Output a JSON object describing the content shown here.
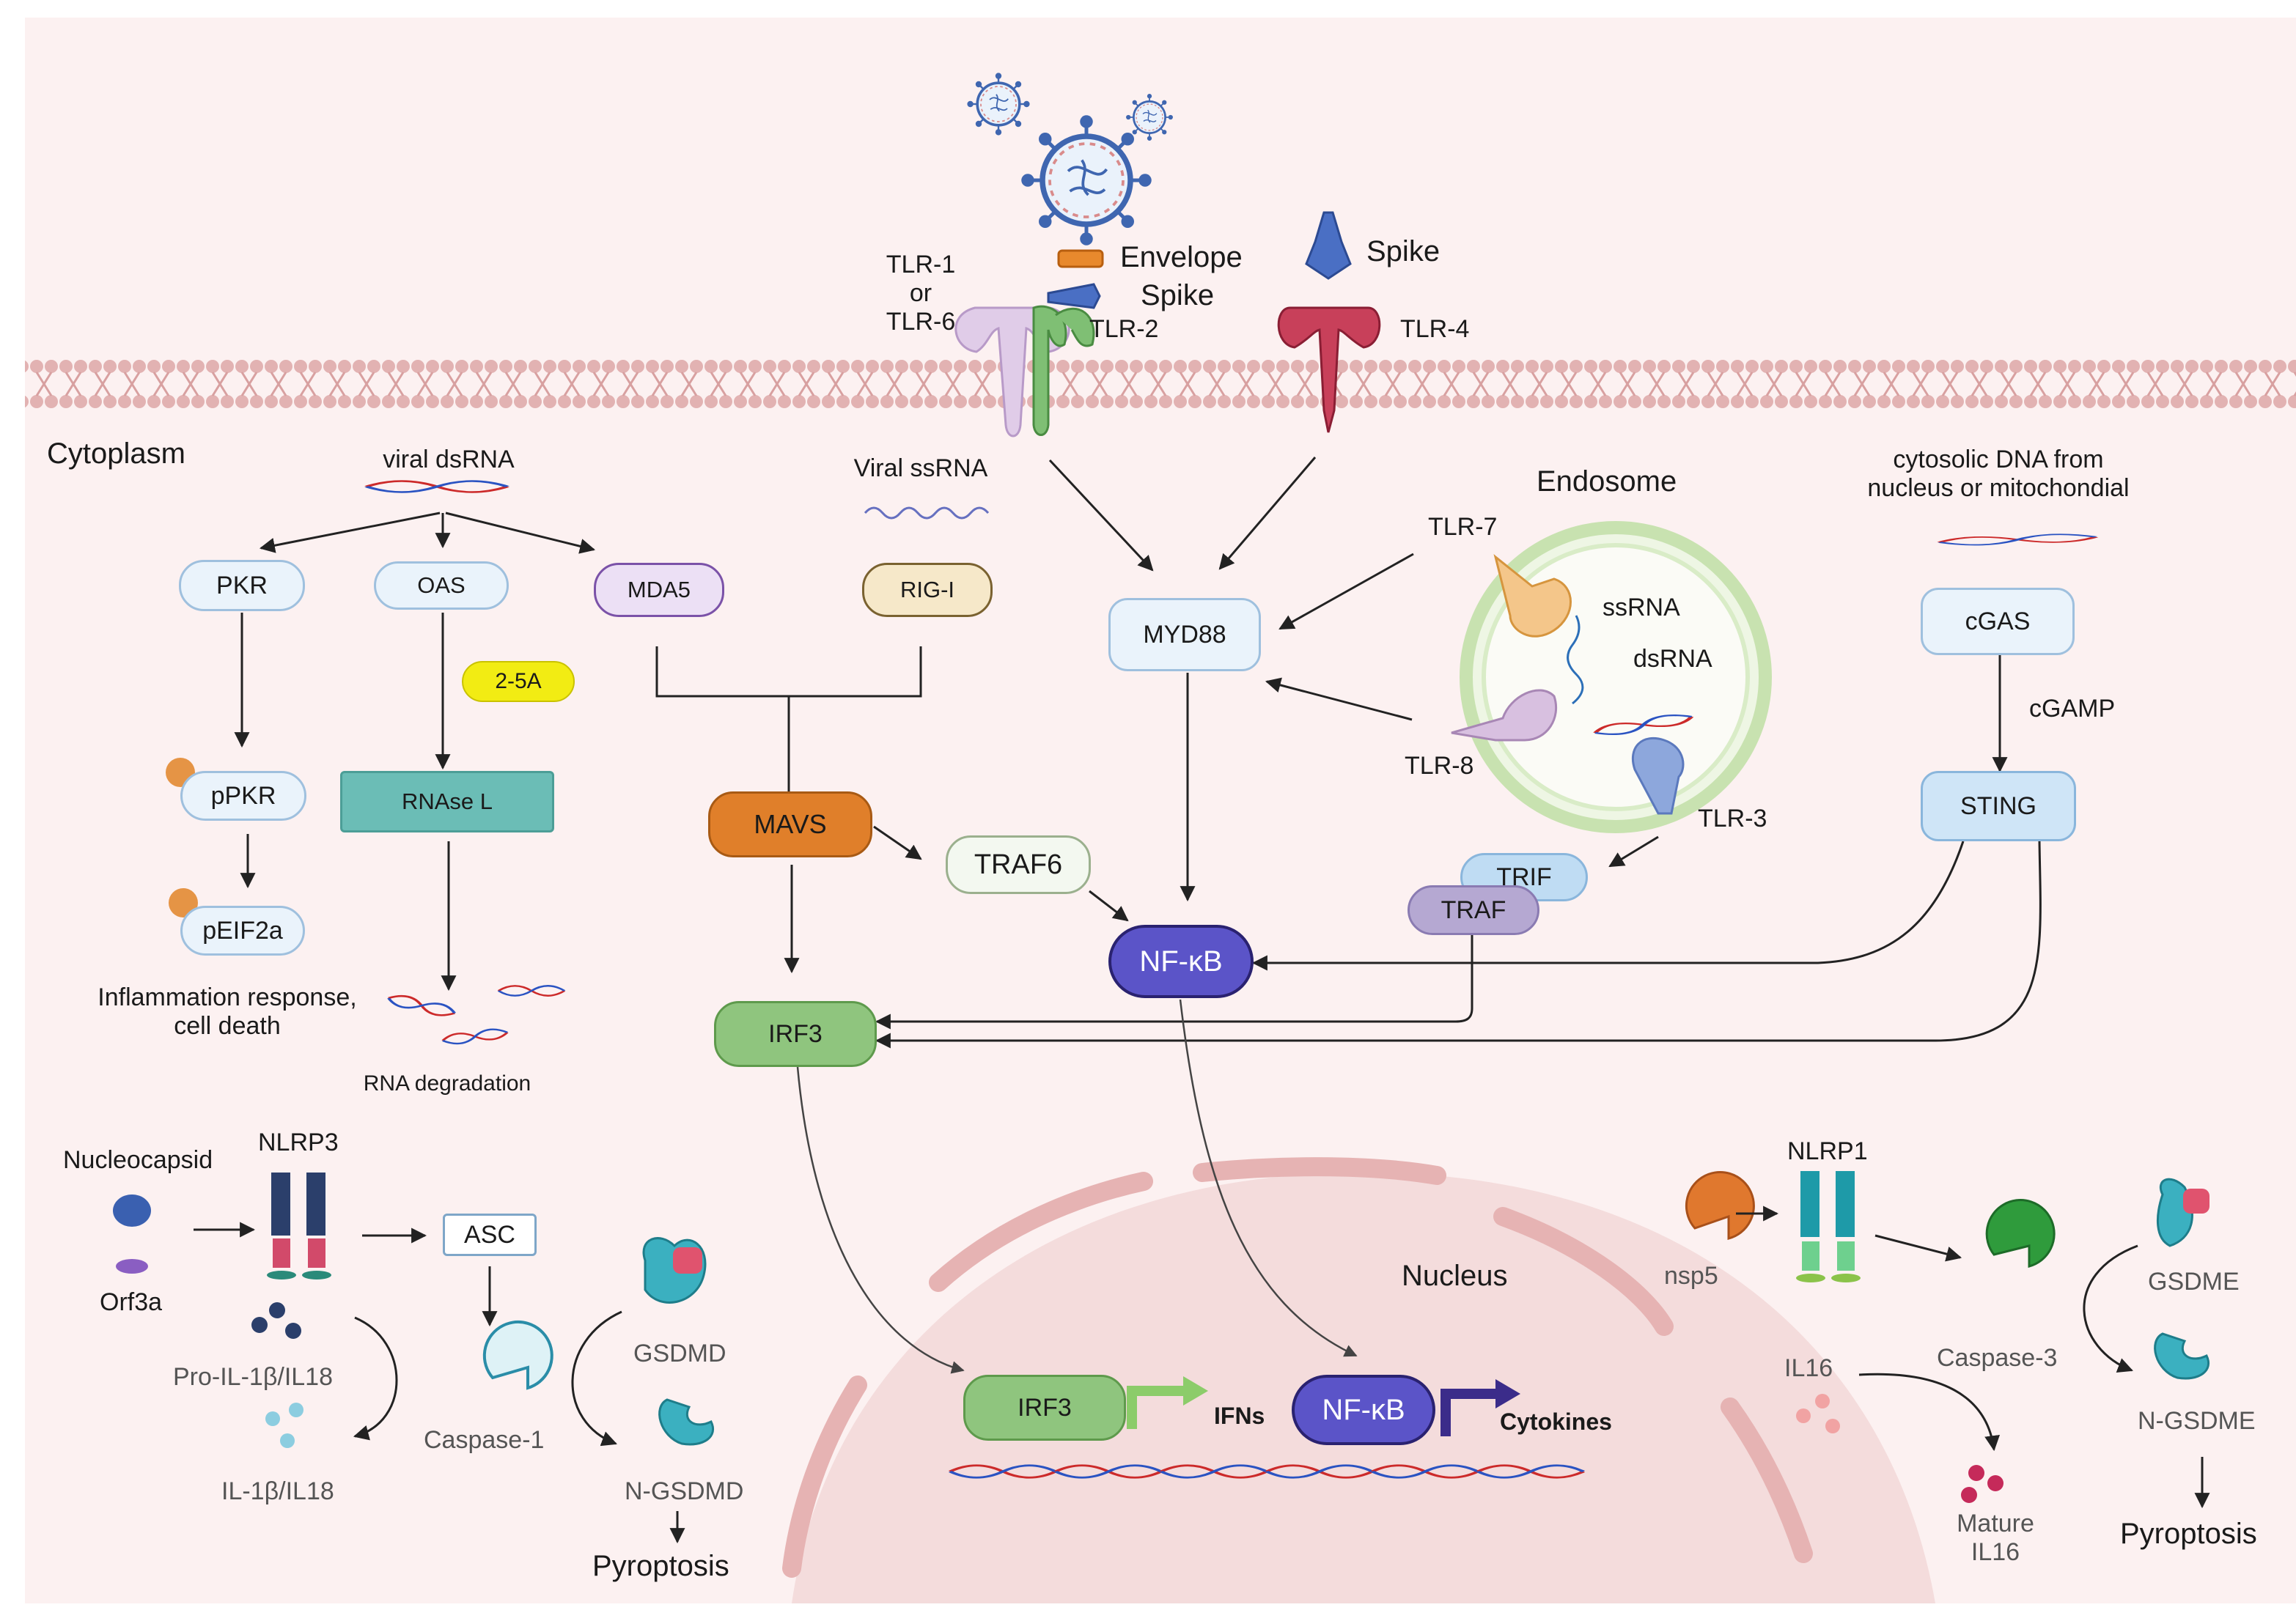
{
  "colors": {
    "background": "#fcf1f1",
    "membrane": "#d9a7a7",
    "node_fill": "#eaf3fb",
    "mavs": "#e07f2a",
    "irf3": "#8fc57e",
    "nfkb": "#5b54c8",
    "rnase_l": "#6bbdb6",
    "two_5a": "#f2ec13",
    "mda5": "#ece0f5",
    "rig_i": "#f6e8c9",
    "traf": "#b5a8d2",
    "trif": "#bfdcf3",
    "traf6": "#f3f8f0",
    "phosphate": "#e59445",
    "nucleus": "#f4dcdc"
  },
  "icons": [
    "virus-icon",
    "dna-helix-icon",
    "ssrna-icon",
    "tlr-receptor-icon",
    "spike-protein-icon",
    "envelope-protein-icon",
    "endosome-icon",
    "inflammasome-icon",
    "caspase-icon",
    "gsdm-icon",
    "cytokine-dots-icon",
    "promoter-arrow-icon"
  ],
  "labels": {
    "cytoplasm": "Cytoplasm",
    "viral_dsrna": "viral dsRNA",
    "viral_ssrna": "Viral ssRNA",
    "envelope": "Envelope",
    "spike_tlr2": "Spike",
    "spike_tlr4": "Spike",
    "tlr1": "TLR-1\nor\nTLR-6",
    "tlr2": "TLR-2",
    "tlr4": "TLR-4",
    "endosome": "Endosome",
    "tlr7": "TLR-7",
    "ssrna": "ssRNA",
    "dsrna": "dsRNA",
    "tlr8": "TLR-8",
    "tlr3": "TLR-3",
    "cytosolic_dna": "cytosolic DNA from\nnucleus or mitochondial",
    "cgamp": "cGAMP",
    "inflammation": "Inflammation response,\ncell death",
    "rna_degradation": "RNA degradation",
    "nucleocapsid": "Nucleocapsid",
    "orf3a": "Orf3a",
    "nlrp3": "NLRP3",
    "pro_il1b": "Pro-IL-1β/IL18",
    "il1b": "IL-1β/IL18",
    "caspase1": "Caspase-1",
    "gsdmd": "GSDMD",
    "n_gsdmd": "N-GSDMD",
    "pyroptosis_left": "Pyroptosis",
    "nucleus": "Nucleus",
    "ifns": "IFNs",
    "cytokines": "Cytokines",
    "nsp5": "nsp5",
    "nlrp1": "NLRP1",
    "caspase3": "Caspase-3",
    "gsdme": "GSDME",
    "n_gsdme": "N-GSDME",
    "il16": "IL16",
    "mature_il16": "Mature\nIL16",
    "pyroptosis_right": "Pyroptosis"
  },
  "nodes": {
    "pkr": "PKR",
    "oas": "OAS",
    "mda5": "MDA5",
    "rig_i": "RIG-I",
    "two_5a": "2-5A",
    "ppkr": "pPKR",
    "peif2a": "pEIF2a",
    "rnase_l": "RNAse L",
    "mavs": "MAVS",
    "traf6": "TRAF6",
    "myd88": "MYD88",
    "trif": "TRIF",
    "traf": "TRAF",
    "nfkb": "NF-κB",
    "irf3": "IRF3",
    "cgas": "cGAS",
    "sting": "STING",
    "asc": "ASC",
    "irf3_nuc": "IRF3",
    "nfkb_nuc": "NF-κB"
  }
}
